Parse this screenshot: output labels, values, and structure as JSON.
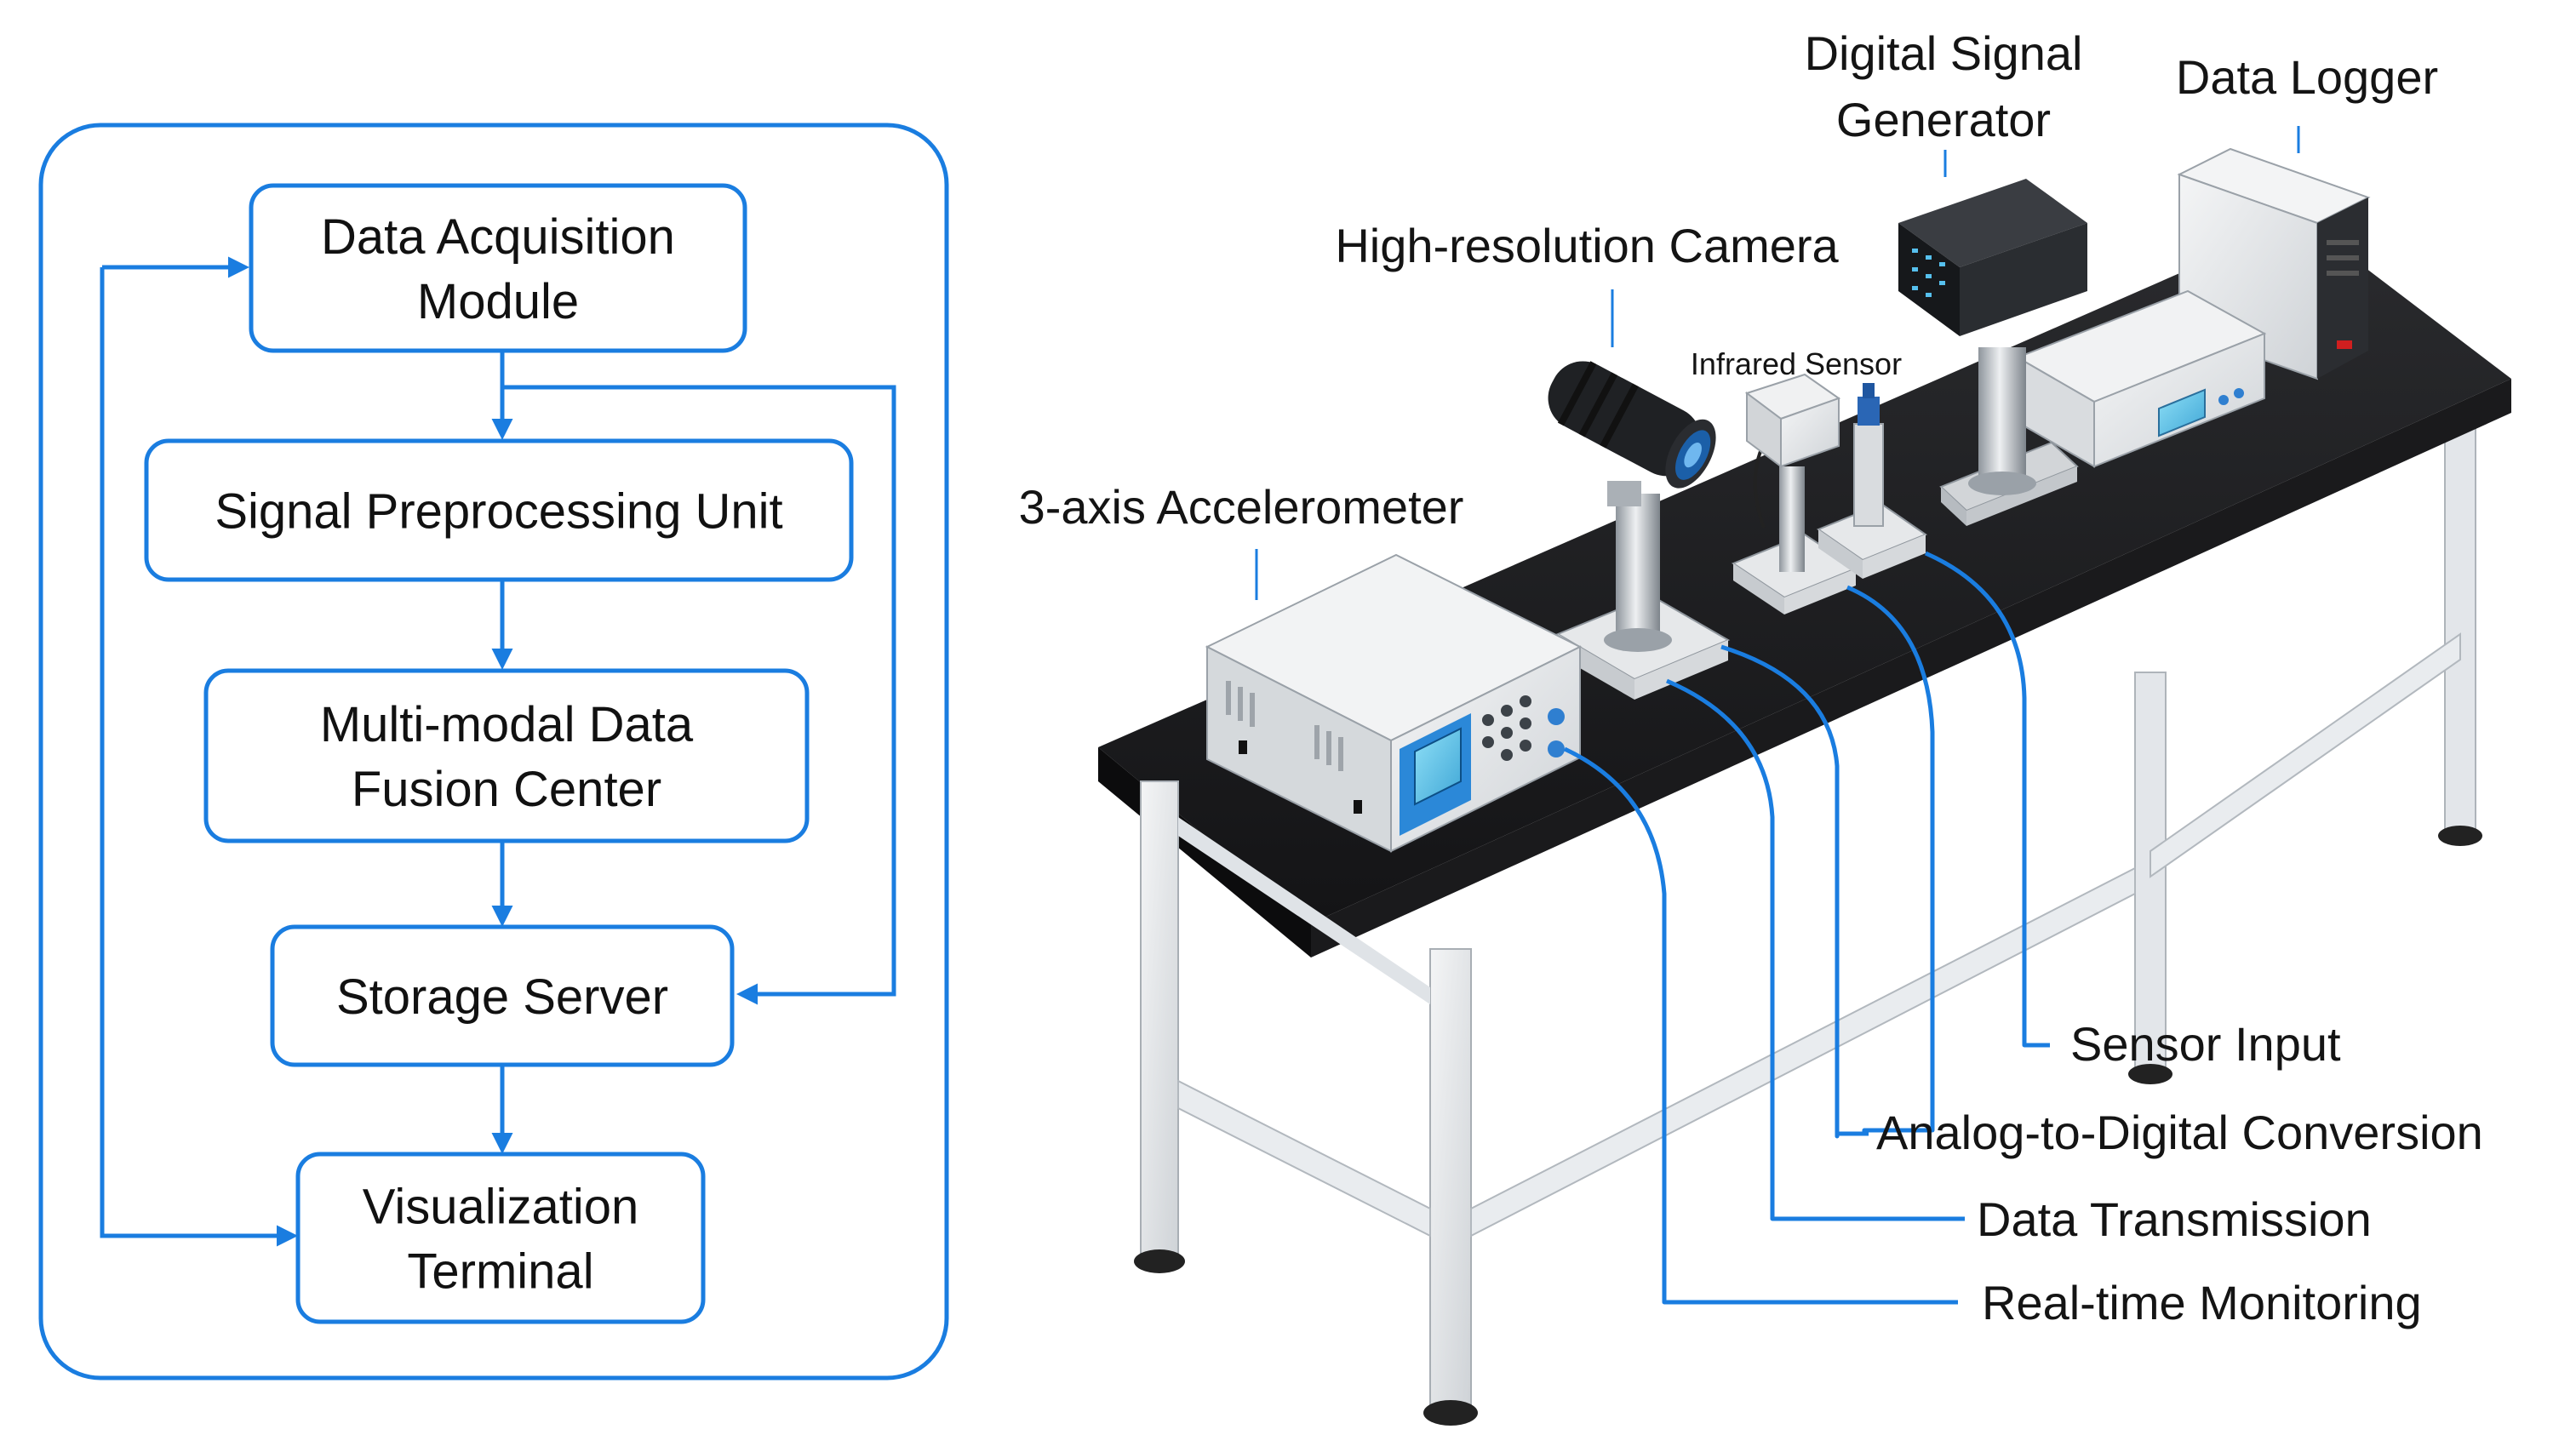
{
  "flowchart": {
    "boxes": [
      {
        "id": "daq",
        "lines": [
          "Data Acquisition",
          "Module"
        ]
      },
      {
        "id": "spu",
        "lines": [
          "Signal Preprocessing Unit"
        ]
      },
      {
        "id": "fusion",
        "lines": [
          "Multi-modal Data",
          "Fusion Center"
        ]
      },
      {
        "id": "storage",
        "lines": [
          "Storage Server"
        ]
      },
      {
        "id": "viz",
        "lines": [
          "Visualization",
          "Terminal"
        ]
      }
    ]
  },
  "equipment_labels": {
    "digital_signal_generator": [
      "Digital Signal",
      "Generator"
    ],
    "data_logger": "Data Logger",
    "camera": "High-resolution Camera",
    "infrared_sensor": "Infrared Sensor",
    "accelerometer": "3-axis Accelerometer"
  },
  "cable_labels": {
    "sensor_input": "Sensor Input",
    "adc": "Analog-to-Digital Conversion",
    "transmission": "Data Transmission",
    "monitoring": "Real-time Monitoring"
  },
  "colors": {
    "accent": "#1a7de0",
    "table_top": "#1c1c1e",
    "table_frame": "#eef0f3",
    "device_body": "#e6e8ea",
    "screen": "#5cc2e8",
    "camera_body": "#202226",
    "camera_lens": "#1b5fa8"
  }
}
